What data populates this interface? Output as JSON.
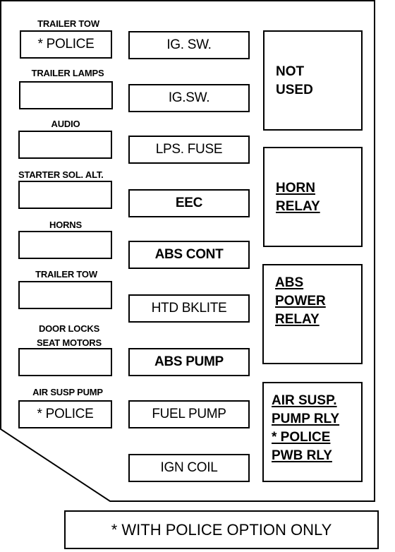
{
  "fuse_panel": {
    "left_column": [
      {
        "label": "TRAILER TOW",
        "fuse_text": "* POLICE"
      },
      {
        "label": "TRAILER LAMPS",
        "fuse_text": ""
      },
      {
        "label": "AUDIO",
        "fuse_text": ""
      },
      {
        "label": "STARTER SOL. ALT.",
        "fuse_text": ""
      },
      {
        "label": "HORNS",
        "fuse_text": ""
      },
      {
        "label": "TRAILER TOW",
        "fuse_text": ""
      },
      {
        "label_lines": [
          "DOOR LOCKS",
          "SEAT MOTORS"
        ],
        "fuse_text": ""
      },
      {
        "label": "AIR SUSP PUMP",
        "fuse_text": "* POLICE"
      }
    ],
    "middle_column": [
      {
        "fuse_text": "IG. SW."
      },
      {
        "fuse_text": "IG.SW."
      },
      {
        "fuse_text": "LPS. FUSE"
      },
      {
        "fuse_text": "EEC"
      },
      {
        "fuse_text": "ABS CONT"
      },
      {
        "fuse_text": "HTD BKLITE"
      },
      {
        "fuse_text": "ABS PUMP"
      },
      {
        "fuse_text": "FUEL PUMP"
      },
      {
        "fuse_text": "IGN COIL"
      }
    ],
    "relays": [
      {
        "lines": [
          "NOT",
          "USED"
        ]
      },
      {
        "lines": [
          "HORN",
          "RELAY"
        ]
      },
      {
        "lines": [
          "ABS",
          "POWER",
          "RELAY"
        ]
      },
      {
        "lines": [
          "AIR SUSP.",
          "PUMP RLY",
          "* POLICE",
          "PWB RLY"
        ]
      }
    ]
  },
  "footnote": "* WITH POLICE OPTION ONLY"
}
